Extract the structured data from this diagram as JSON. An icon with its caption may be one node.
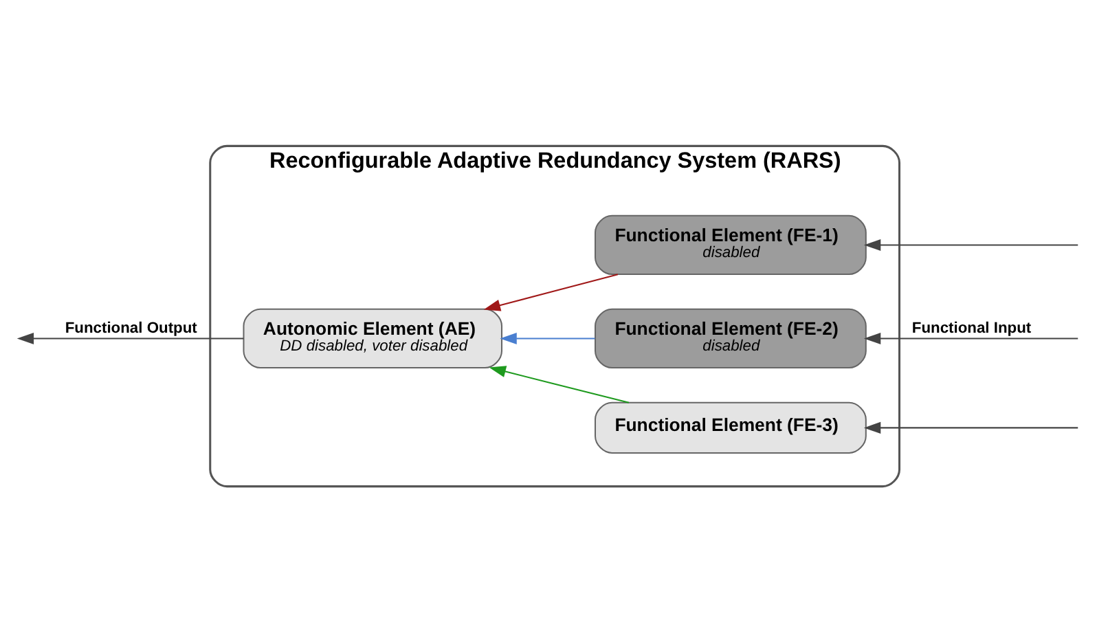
{
  "diagram": {
    "nodes": [
      {
        "text": [
          "Reconfigurable Adaptive Redundancy System (RARS)"
        ]
      },
      {
        "text": [
          "Autonomic Element (AE)",
          "DD disabled, voter disabled"
        ],
        "in": 0
      },
      {
        "text": [
          "Functional Element (FE-1)",
          "disabled"
        ],
        "in": 0
      },
      {
        "text": [
          "Functional Element (FE-2)",
          "disabled"
        ],
        "in": 0
      },
      {
        "text": [
          "Functional Element (FE-3)"
        ],
        "in": 0
      }
    ],
    "edges": [
      {
        "from": 2,
        "to": 1,
        "arrow": "to",
        "color": "#a01818"
      },
      {
        "from": 3,
        "to": 1,
        "arrow": "to",
        "color": "#4a7fd0"
      },
      {
        "from": 4,
        "to": 1,
        "arrow": "to",
        "color": "#1e9a1e"
      },
      {
        "from": 1,
        "to": null,
        "arrow": "to",
        "label": "Functional Output"
      },
      {
        "from": null,
        "to": 2,
        "arrow": "to"
      },
      {
        "from": null,
        "to": 3,
        "arrow": "to",
        "label": "Functional Input"
      },
      {
        "from": null,
        "to": 4,
        "arrow": "to"
      }
    ]
  }
}
